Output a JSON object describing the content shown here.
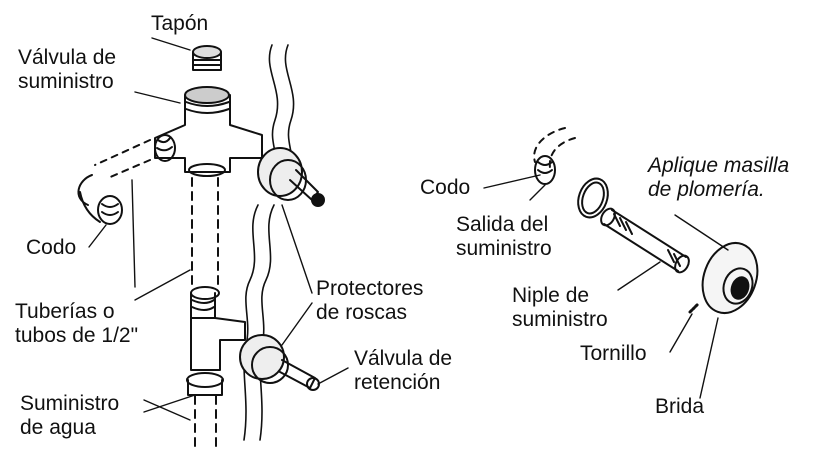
{
  "labels": {
    "tapon": "Tapón",
    "valvula_suministro": [
      "Válvula de",
      "suministro"
    ],
    "codo_left": "Codo",
    "tuberias": [
      "Tuberías o",
      "tubos de 1/2\""
    ],
    "suministro_agua": [
      "Suministro",
      "de agua"
    ],
    "protectores": [
      "Protectores",
      "de roscas"
    ],
    "valvula_retencion": [
      "Válvula de",
      "retención"
    ],
    "codo_right": "Codo",
    "salida": [
      "Salida del",
      "suministro"
    ],
    "aplique": [
      "Aplique masilla",
      "de plomería."
    ],
    "niple": [
      "Niple de",
      "suministro"
    ],
    "tornillo": "Tornillo",
    "brida": "Brida"
  },
  "colors": {
    "ink": "#111111",
    "paper": "#ffffff"
  }
}
